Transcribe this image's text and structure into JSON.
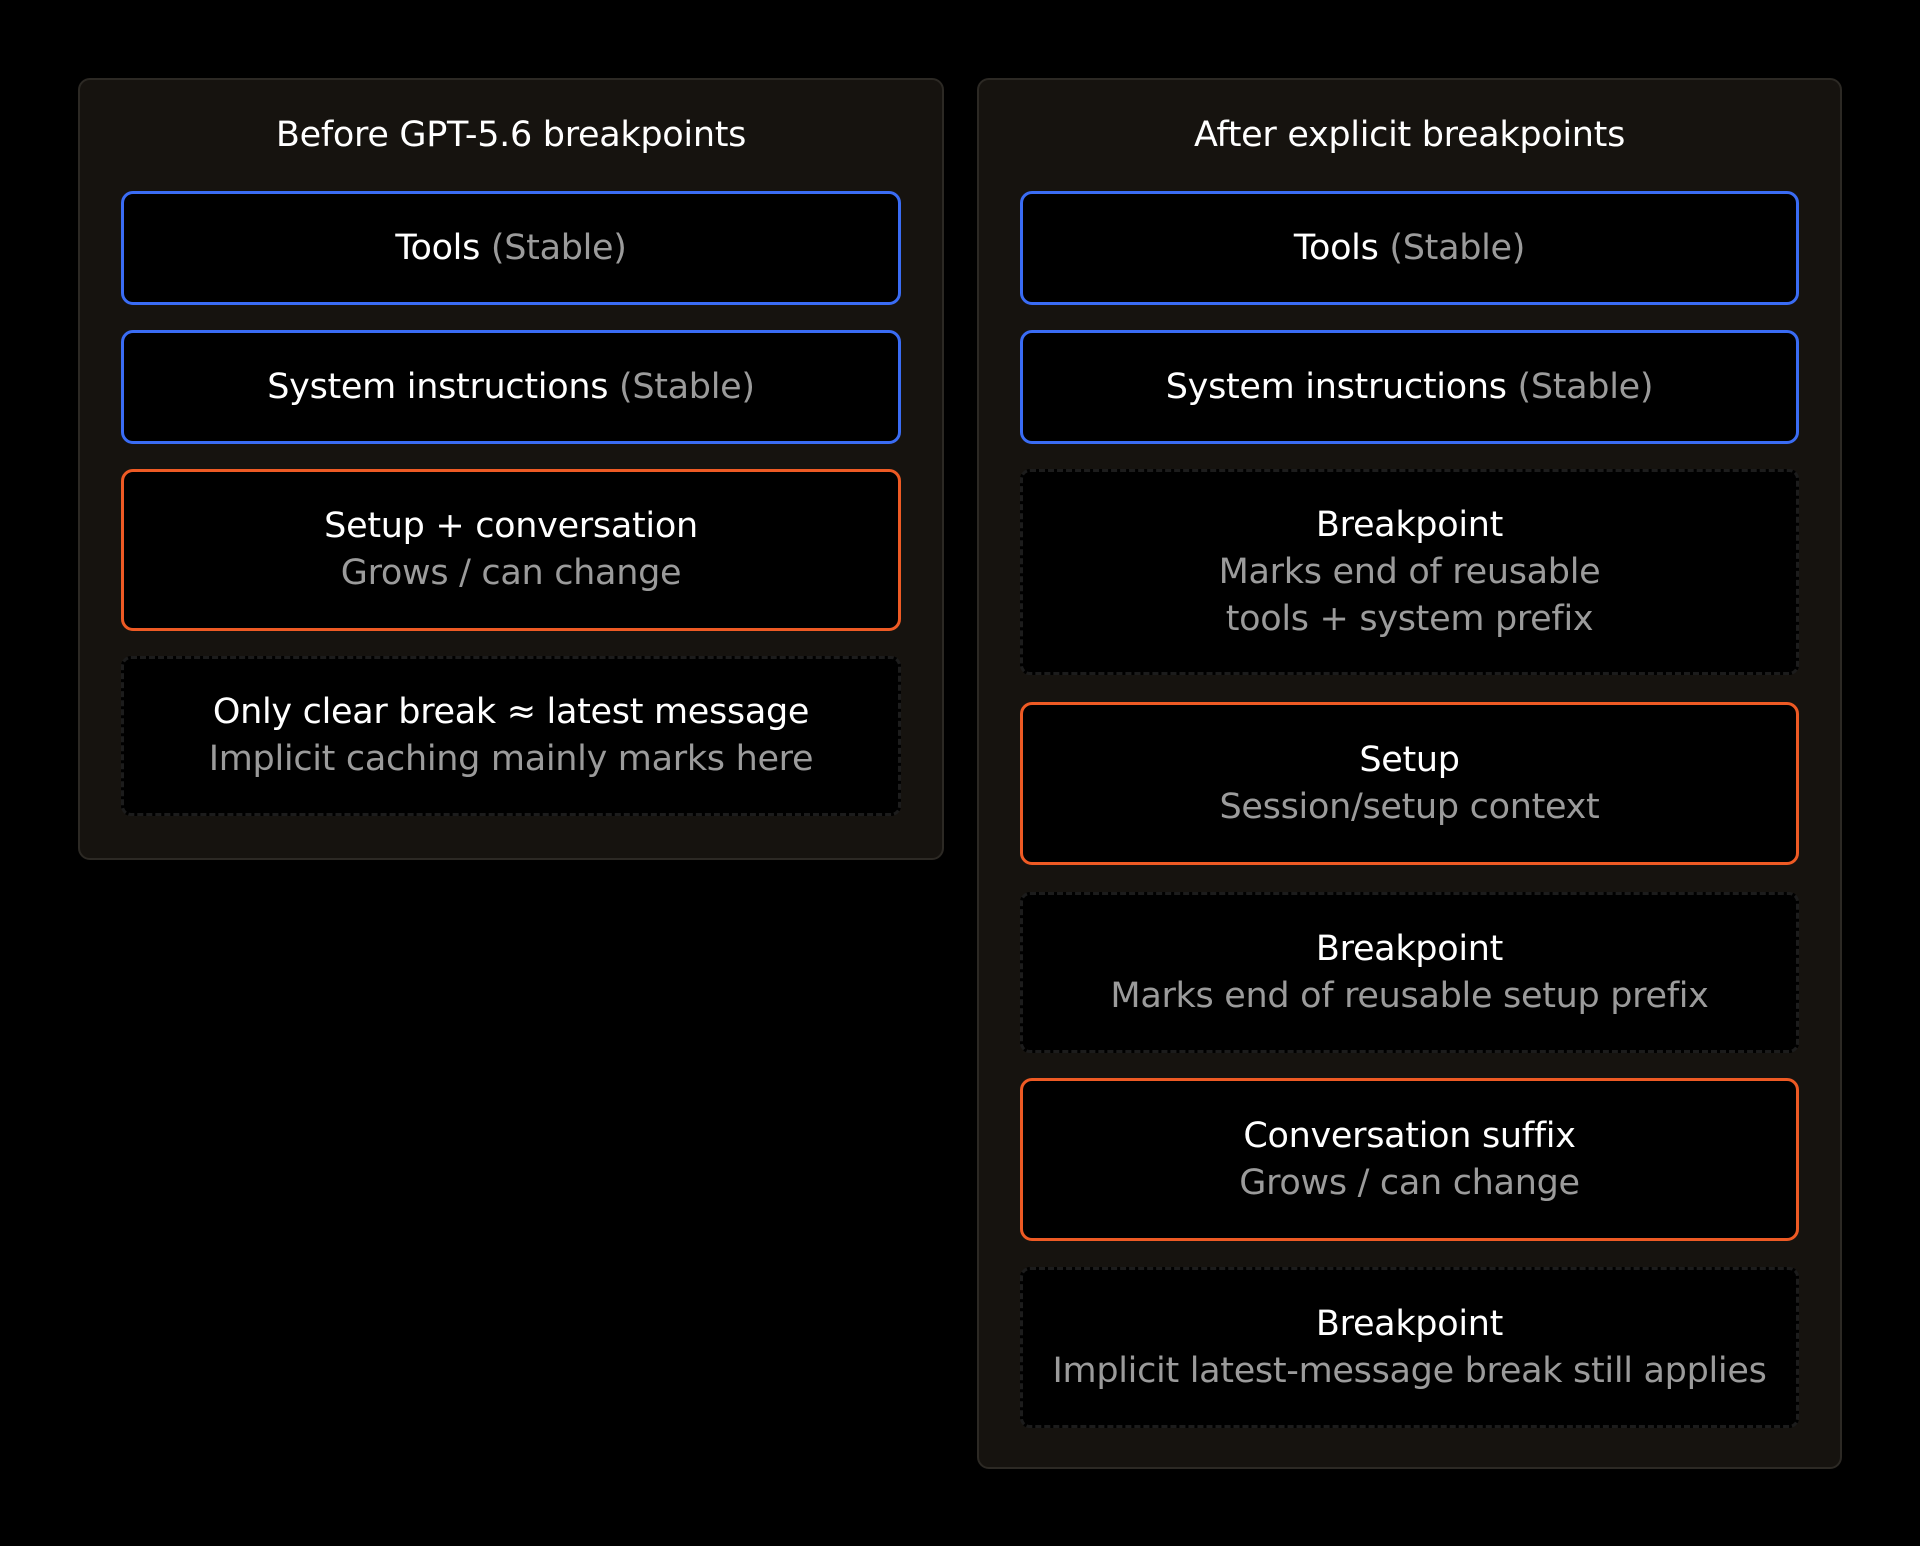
{
  "colors": {
    "background": "#000000",
    "panel": "#16130f",
    "stable_border": "#3a6cf4",
    "change_border": "#ee5a24",
    "marker_border": "#1c1c1c",
    "primary_text": "#ffffff",
    "secondary_text": "#9b9b9b"
  },
  "before": {
    "title": "Before GPT-5.6 breakpoints",
    "tools": {
      "label": "Tools",
      "note": "(Stable)"
    },
    "system": {
      "label": "System instructions",
      "note": "(Stable)"
    },
    "setup_conversation": {
      "label": "Setup + conversation",
      "sub": "Grows / can change"
    },
    "latest_break": {
      "label": "Only clear break ≈ latest message",
      "sub": "Implicit caching mainly marks here"
    }
  },
  "after": {
    "title": "After explicit breakpoints",
    "tools": {
      "label": "Tools",
      "note": "(Stable)"
    },
    "system": {
      "label": "System instructions",
      "note": "(Stable)"
    },
    "breakpoint_1": {
      "label": "Breakpoint",
      "sub_line1": "Marks end of reusable",
      "sub_line2": "tools + system prefix"
    },
    "setup": {
      "label": "Setup",
      "sub": "Session/setup context"
    },
    "breakpoint_2": {
      "label": "Breakpoint",
      "sub": "Marks end of reusable setup prefix"
    },
    "conversation_suffix": {
      "label": "Conversation suffix",
      "sub": "Grows / can change"
    },
    "breakpoint_3": {
      "label": "Breakpoint",
      "sub": "Implicit latest-message break still applies"
    }
  }
}
